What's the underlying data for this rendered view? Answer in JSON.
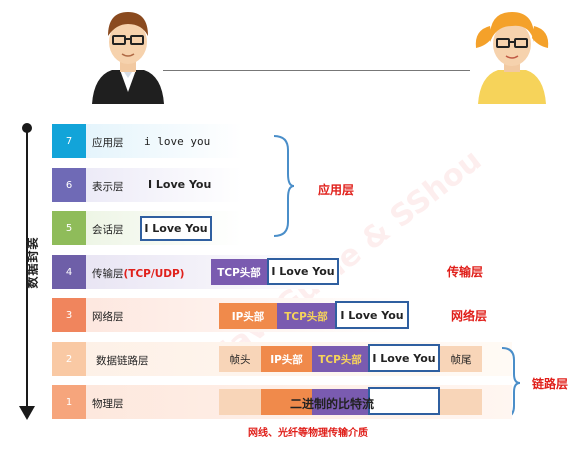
{
  "layers": [
    {
      "num": "7",
      "name": "应用层",
      "payload": "i love you",
      "color": "#12a4d9",
      "tint": "#dff2fb"
    },
    {
      "num": "6",
      "name": "表示层",
      "payload": "I Love You",
      "color": "#6f6ab6",
      "tint": "#e8e6f5"
    },
    {
      "num": "5",
      "name": "会话层",
      "payload": "I Love You",
      "color": "#8fbc5a",
      "tint": "#eaf3e0"
    },
    {
      "num": "4",
      "name_prefix": "传输层",
      "name_suffix": "(TCP/UDP)",
      "payload": "I Love You",
      "color": "#6e5fa8",
      "tint": "#e6e2f2"
    },
    {
      "num": "3",
      "name": "网络层",
      "payload": "I Love You",
      "color": "#f0855d",
      "tint": "#fde5dc"
    },
    {
      "num": "2",
      "name": "数据链路层",
      "payload": "I Love You",
      "color": "#f9c9a4",
      "tint": "#fdf0e6"
    },
    {
      "num": "1",
      "name": "物理层",
      "color": "#f6a57c",
      "tint": "#fde7dc"
    }
  ],
  "headers": {
    "tcp": "TCP头部",
    "ip": "IP头部",
    "frame_head": "帧头",
    "frame_tail": "帧尾"
  },
  "bitstream": "二进制的比特流",
  "medium": "网线、光纤等物理传输介质",
  "groups": {
    "app": "应用层",
    "transport": "传输层",
    "network": "网络层",
    "link": "链路层"
  },
  "axis_label": "数据封装",
  "watermark": "JavaGuide & SShou",
  "colors": {
    "red": "#e0201b",
    "blue_border": "#2f5fa0",
    "purple": "#7a5bb0",
    "orange": "#f08a4b",
    "tan": "#f8d5b8"
  }
}
